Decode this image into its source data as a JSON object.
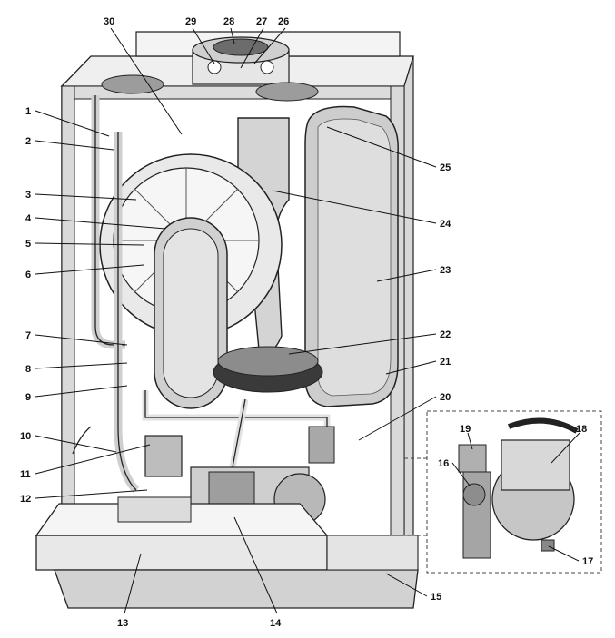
{
  "callouts": {
    "c1": "1",
    "c2": "2",
    "c3": "3",
    "c4": "4",
    "c5": "5",
    "c6": "6",
    "c7": "7",
    "c8": "8",
    "c9": "9",
    "c10": "10",
    "c11": "11",
    "c12": "12",
    "c13": "13",
    "c14": "14",
    "c15": "15",
    "c16": "16",
    "c17": "17",
    "c18": "18",
    "c19": "19",
    "c20": "20",
    "c21": "21",
    "c22": "22",
    "c23": "23",
    "c24": "24",
    "c25": "25",
    "c26": "26",
    "c27": "27",
    "c28": "28",
    "c29": "29",
    "c30": "30"
  },
  "colors": {
    "outline": "#222222",
    "panel_gray": "#c9c9c9",
    "light_gray": "#e6e6e6",
    "mid_gray": "#9a9a9a",
    "dark": "#3a3a3a"
  }
}
